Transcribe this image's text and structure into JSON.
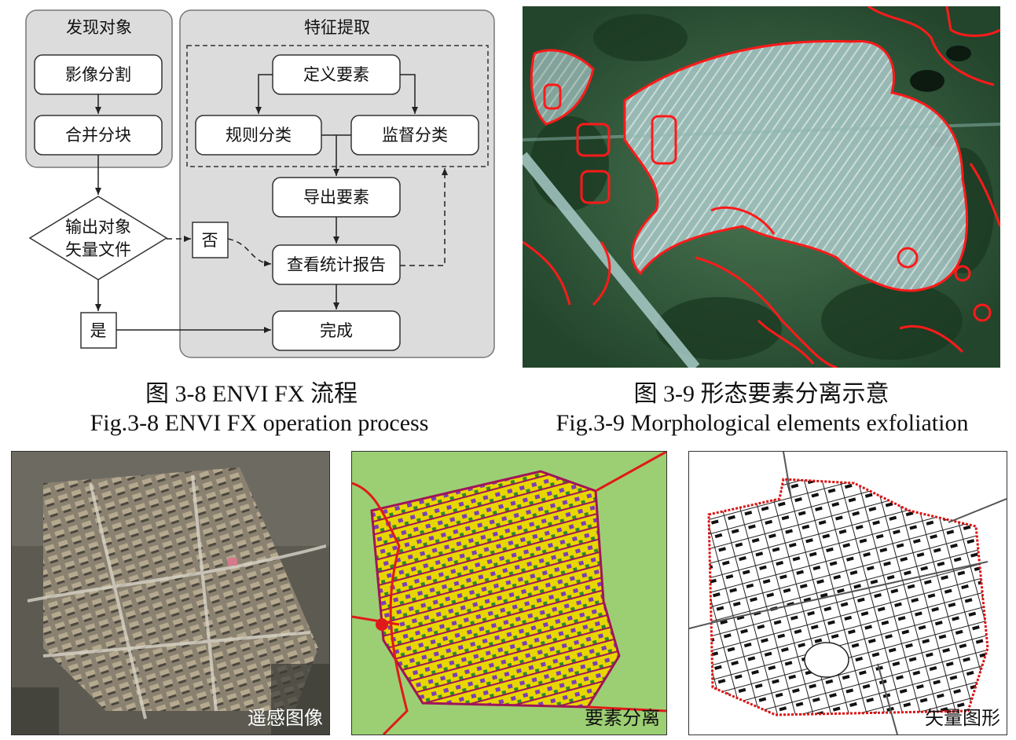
{
  "figure_3_8": {
    "group_left_title": "发现对象",
    "group_right_title": "特征提取",
    "nodes": {
      "segment": "影像分割",
      "merge": "合并分块",
      "define": "定义要素",
      "rule": "规则分类",
      "supervised": "监督分类",
      "export": "导出要素",
      "report": "查看统计报告",
      "done": "完成",
      "decision_line1": "输出对象",
      "decision_line2": "矢量文件",
      "no": "否",
      "yes": "是"
    },
    "caption_cn": "图 3-8 ENVI FX 流程",
    "caption_en": "Fig.3-8 ENVI FX operation process"
  },
  "figure_3_9": {
    "caption_cn": "图 3-9  形态要素分离示意",
    "caption_en": "Fig.3-9 Morphological elements exfoliation"
  },
  "bottom_panels": {
    "remote": "遥感图像",
    "separation": "要素分离",
    "vector": "矢量图形"
  }
}
